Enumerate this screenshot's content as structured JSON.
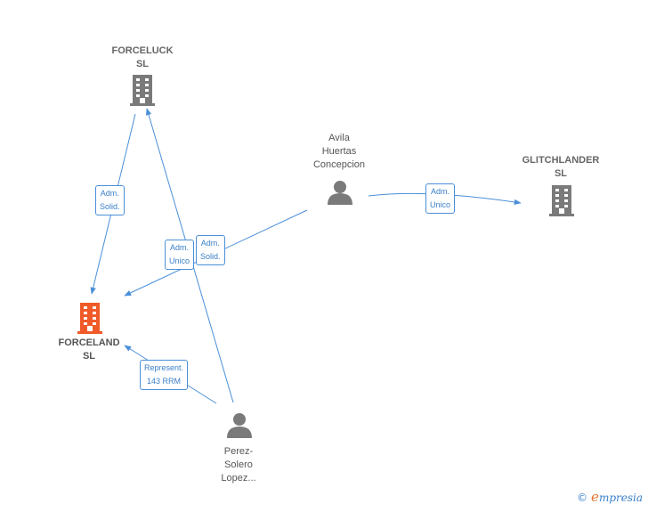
{
  "nodes": {
    "forceluck": {
      "line1": "FORCELUCK",
      "line2": "SL",
      "icon": "building-icon"
    },
    "forceland": {
      "line1": "FORCELAND",
      "line2": "SL",
      "icon": "building-icon"
    },
    "glitchlander": {
      "line1": "GLITCHLANDER",
      "line2": "SL",
      "icon": "building-icon"
    },
    "avila": {
      "line1": "Avila",
      "line2": "Huertas",
      "line3": "Concepcion",
      "icon": "person-icon"
    },
    "perez": {
      "line1": "Perez-",
      "line2": "Solero",
      "line3": "Lopez...",
      "icon": "person-icon"
    }
  },
  "edges": {
    "adm_solid_1": {
      "line1": "Adm.",
      "line2": "Solid."
    },
    "adm_unico_1": {
      "line1": "Adm.",
      "line2": "Unico"
    },
    "adm_solid_2": {
      "line1": "Adm.",
      "line2": "Solid."
    },
    "adm_unico_2": {
      "line1": "Adm.",
      "line2": "Unico"
    },
    "represent": {
      "line1": "Represent.",
      "line2": "143 RRM"
    }
  },
  "footer": {
    "copyright": "©",
    "brand_initial": "e",
    "brand_rest": "mpresia"
  },
  "colors": {
    "company": "#7a7a7a",
    "focus_company": "#f05a28",
    "person": "#7a7a7a",
    "edge": "#4a8fd8"
  }
}
